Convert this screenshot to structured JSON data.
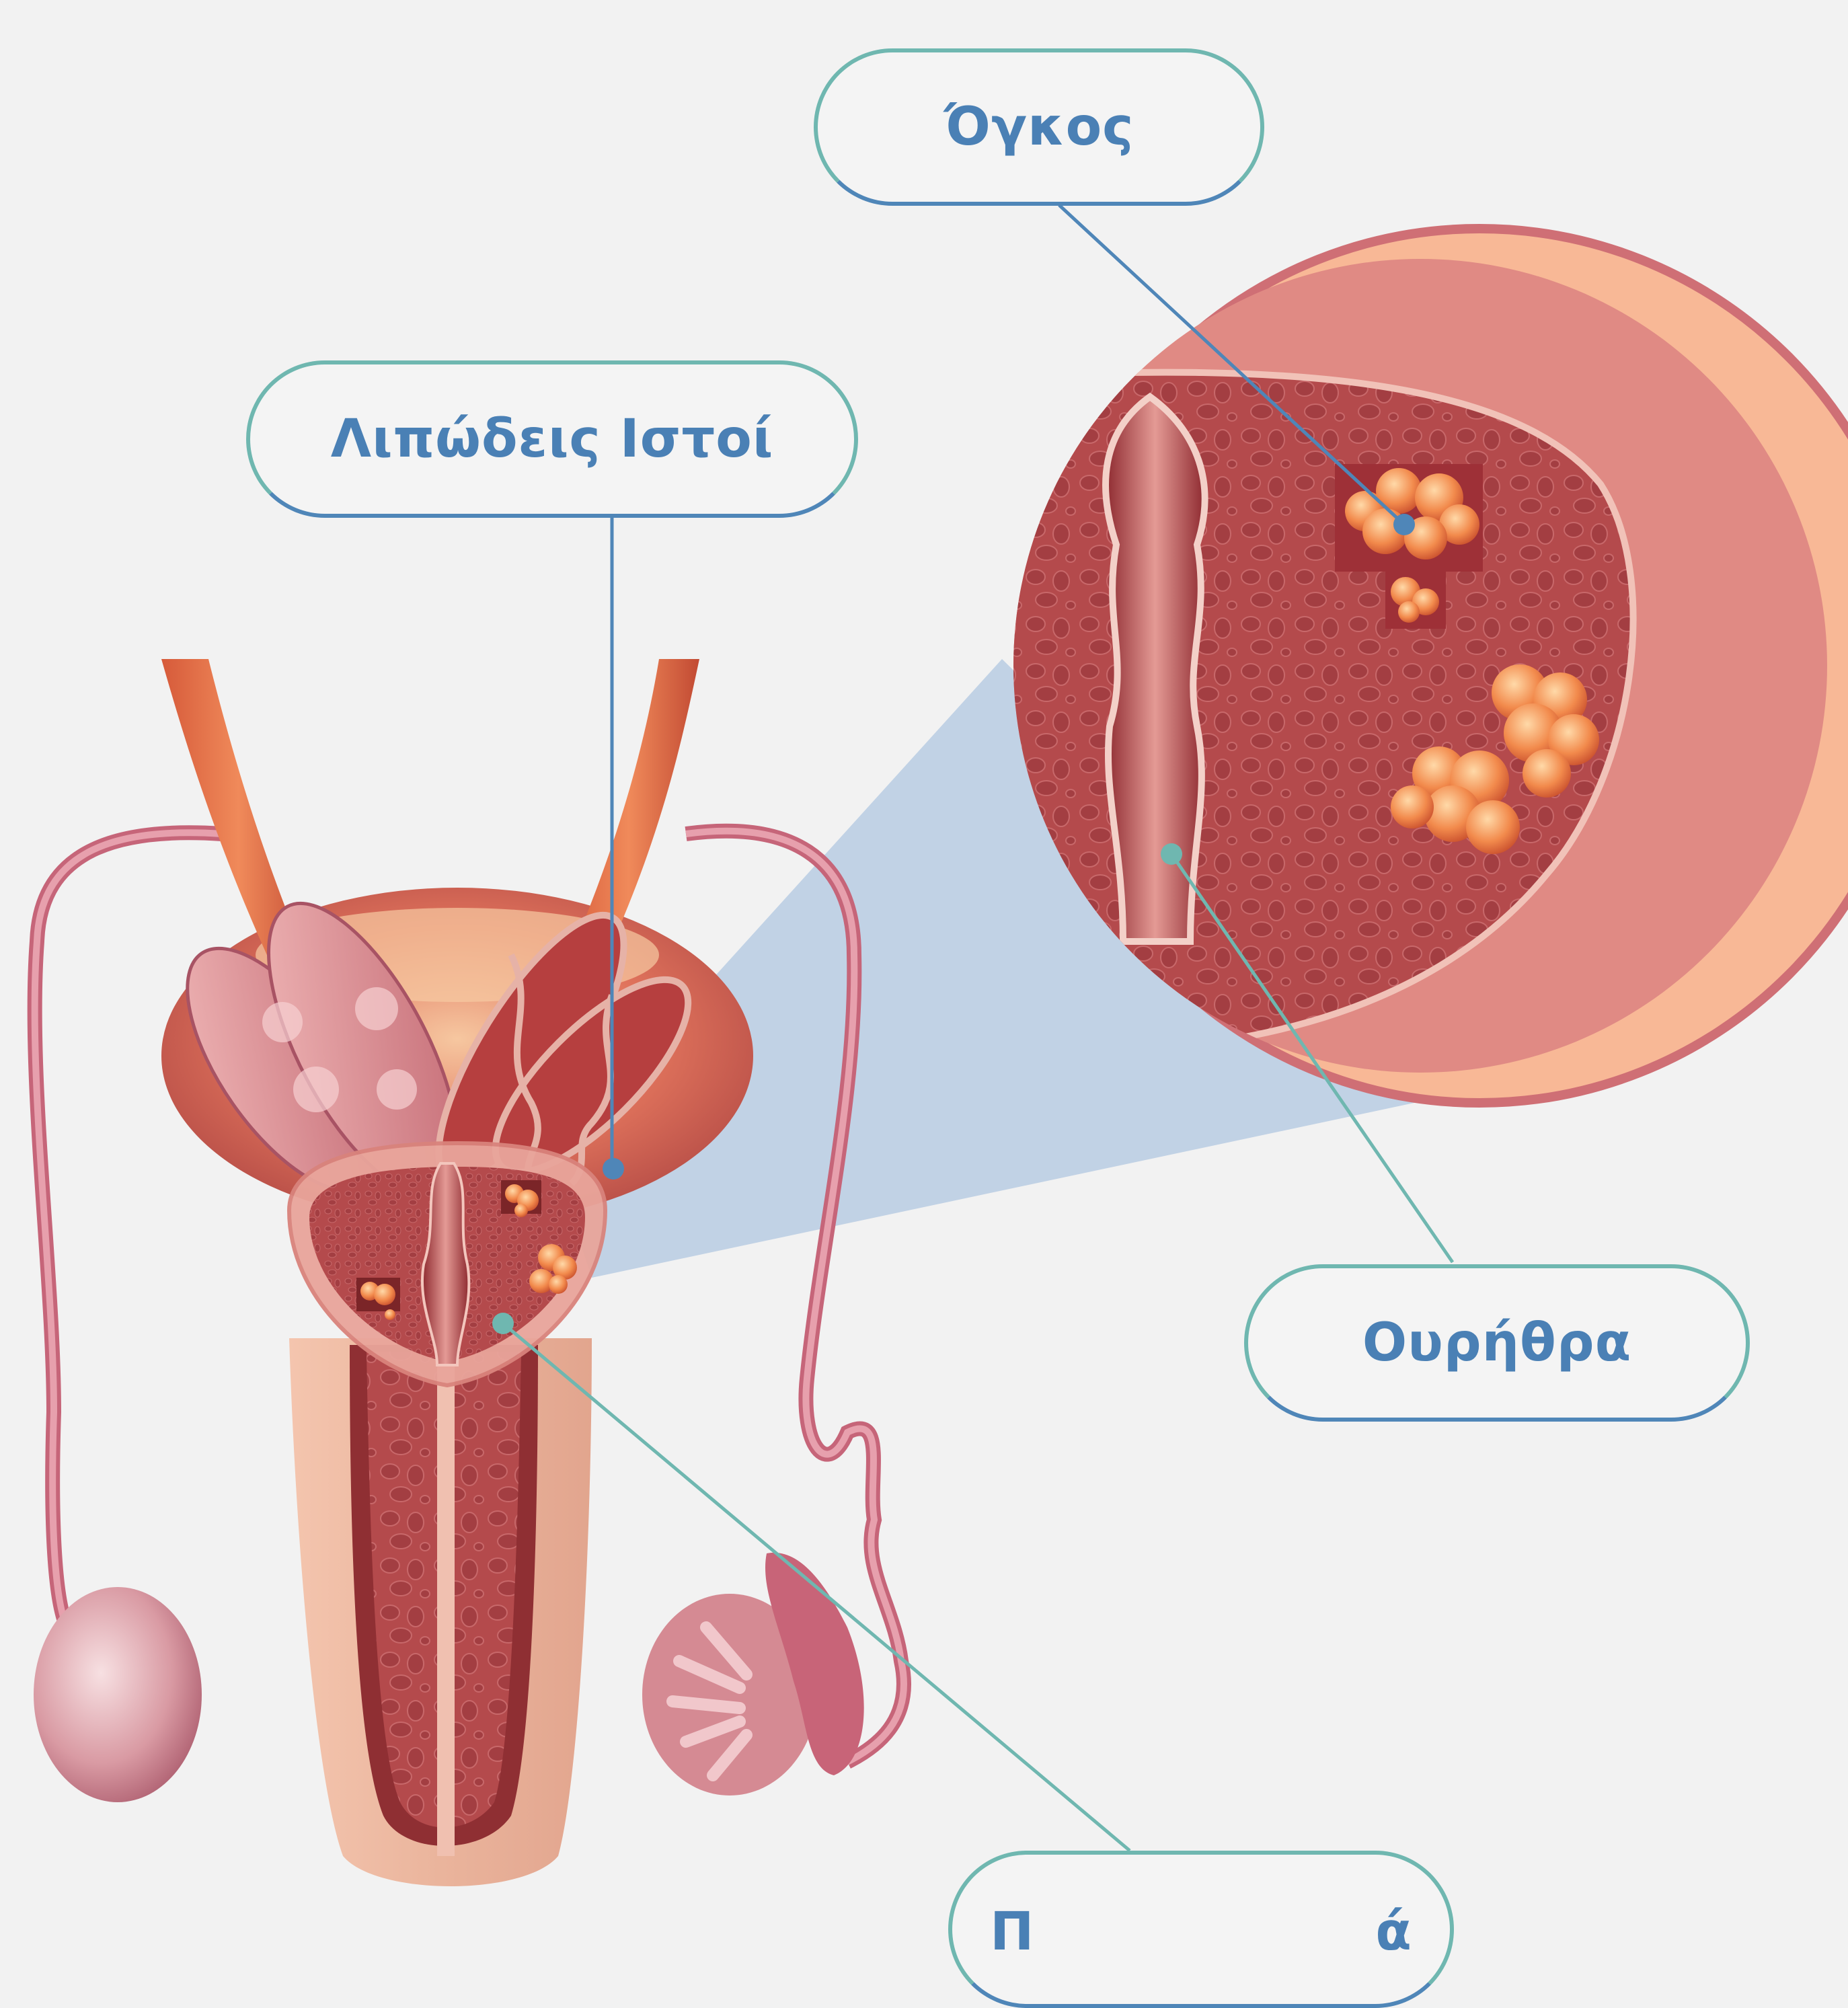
{
  "labels": {
    "tumor": "Όγκος",
    "fatty_tissue": "Λιπώδεις Ιστοί",
    "urethra": "Ουρήθρα",
    "bottom_partial": "Π                  ά"
  },
  "colors": {
    "background": "#f2f2f2",
    "label_text": "#4a80b5",
    "label_border_top": "#6fb7b0",
    "label_border_bottom": "#4f86b8",
    "leader_blue": "#4f86b8",
    "leader_teal": "#6fb7b0",
    "tissue_dark": "#9e3b3f",
    "tissue_mid": "#c45a5a",
    "tissue_light": "#e7a39a",
    "tumor": "#f08a4b",
    "zoom_cone": "#b9cde3",
    "outer_ring": "#f8b896"
  }
}
